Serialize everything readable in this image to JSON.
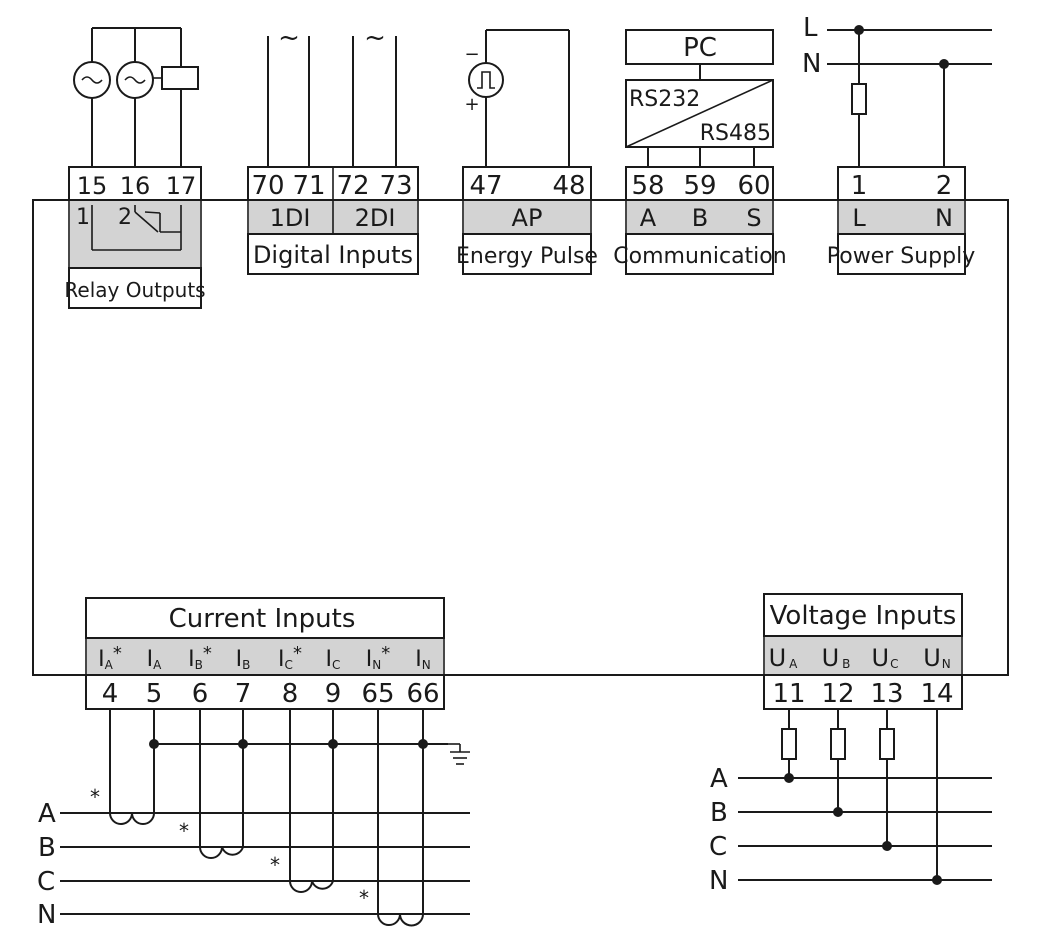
{
  "relay": {
    "terminals": [
      "15",
      "16",
      "17"
    ],
    "contact1": "1",
    "contact2": "2",
    "label": "Relay Outputs"
  },
  "digital_inputs": {
    "terminals": [
      "70",
      "71",
      "72",
      "73"
    ],
    "inputs": [
      "1DI",
      "2DI"
    ],
    "label": "Digital Inputs",
    "ac_symbol": "~"
  },
  "energy_pulse": {
    "terminals": [
      "47",
      "48"
    ],
    "code": "AP",
    "label": "Energy Pulse",
    "minus": "−",
    "plus": "+"
  },
  "communication": {
    "pc": "PC",
    "rs232": "RS232",
    "rs485": "RS485",
    "terminals": [
      "58",
      "59",
      "60"
    ],
    "pins": [
      "A",
      "B",
      "S"
    ],
    "label": "Communication"
  },
  "power_supply": {
    "line_labels": [
      "L",
      "N"
    ],
    "terminals": [
      "1",
      "2"
    ],
    "pins": [
      "L",
      "N"
    ],
    "label": "Power Supply"
  },
  "current_inputs": {
    "label": "Current Inputs",
    "pins": [
      {
        "base": "I",
        "sub": "A",
        "star": "*"
      },
      {
        "base": "I",
        "sub": "A",
        "star": ""
      },
      {
        "base": "I",
        "sub": "B",
        "star": "*"
      },
      {
        "base": "I",
        "sub": "B",
        "star": ""
      },
      {
        "base": "I",
        "sub": "C",
        "star": "*"
      },
      {
        "base": "I",
        "sub": "C",
        "star": ""
      },
      {
        "base": "I",
        "sub": "N",
        "star": "*"
      },
      {
        "base": "I",
        "sub": "N",
        "star": ""
      }
    ],
    "terminals": [
      "4",
      "5",
      "6",
      "7",
      "8",
      "9",
      "65",
      "66"
    ],
    "polarity_mark": "*"
  },
  "voltage_inputs": {
    "label": "Voltage Inputs",
    "pins": [
      {
        "base": "U",
        "sub": "A"
      },
      {
        "base": "U",
        "sub": "B"
      },
      {
        "base": "U",
        "sub": "C"
      },
      {
        "base": "U",
        "sub": "N"
      }
    ],
    "terminals": [
      "11",
      "12",
      "13",
      "14"
    ]
  },
  "phase_lines_left": [
    "A",
    "B",
    "C",
    "N"
  ],
  "phase_lines_right": [
    "A",
    "B",
    "C",
    "N"
  ],
  "colors": {
    "line": "#1a1a1a",
    "label_fill": "#d3d3d3",
    "background": "#ffffff"
  }
}
